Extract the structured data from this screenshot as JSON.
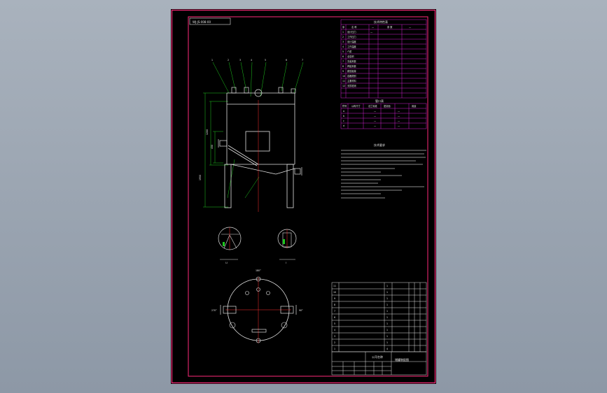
{
  "drawing": {
    "title_block_code": "WJ-JS-008-00",
    "header_specs": "技术特性表",
    "header_nozzles": "管口表",
    "header_requirements": "技术要求",
    "section_label_a": "I-I",
    "section_label_b": "I",
    "angle_top": "180°",
    "angle_left": "270°",
    "angle_right": "90°",
    "drawing_name": "储罐装配图",
    "company_label": "公司名称"
  },
  "colors": {
    "frame": "#ff2a7a",
    "table_lines": "#d020d0",
    "geometry": "#e0e0e0",
    "dimensions": "#1ec81e",
    "leaders": "#1ec81e",
    "centerline": "#ff3030"
  }
}
